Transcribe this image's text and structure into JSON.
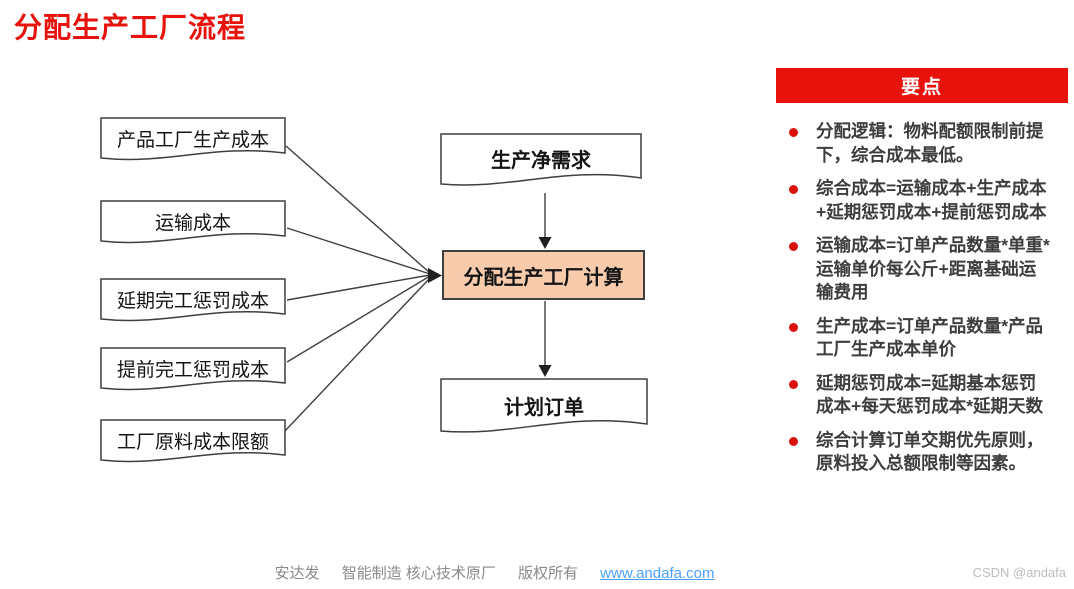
{
  "title": "分配生产工厂流程",
  "diagram": {
    "inputs": [
      {
        "label": "产品工厂生产成本"
      },
      {
        "label": "运输成本"
      },
      {
        "label": "延期完工惩罚成本"
      },
      {
        "label": "提前完工惩罚成本"
      },
      {
        "label": "工厂原料成本限额"
      }
    ],
    "source": {
      "label": "生产净需求"
    },
    "process": {
      "label": "分配生产工厂计算"
    },
    "output": {
      "label": "计划订单"
    }
  },
  "key_points": {
    "header": "要点",
    "bullets": [
      "分配逻辑：物料配额限制前提下，综合成本最低。",
      "综合成本=运输成本+生产成本+延期惩罚成本+提前惩罚成本",
      "运输成本=订单产品数量*单重*运输单价每公斤+距离基础运输费用",
      "生产成本=订单产品数量*产品工厂生产成本单价",
      "延期惩罚成本=延期基本惩罚成本+每天惩罚成本*延期天数",
      "综合计算订单交期优先原则，原料投入总额限制等因素。"
    ]
  },
  "footer": {
    "company": "安达发",
    "tagline": "智能制造 核心技术原厂",
    "copyright": "版权所有",
    "link": "www.andafa.com",
    "watermark": "CSDN @andafa"
  },
  "colors": {
    "accent_red": "#E8120C",
    "process_fill": "#F8CBAD",
    "line_dark": "#3F3F3F",
    "link_blue": "#4DA0FF"
  }
}
